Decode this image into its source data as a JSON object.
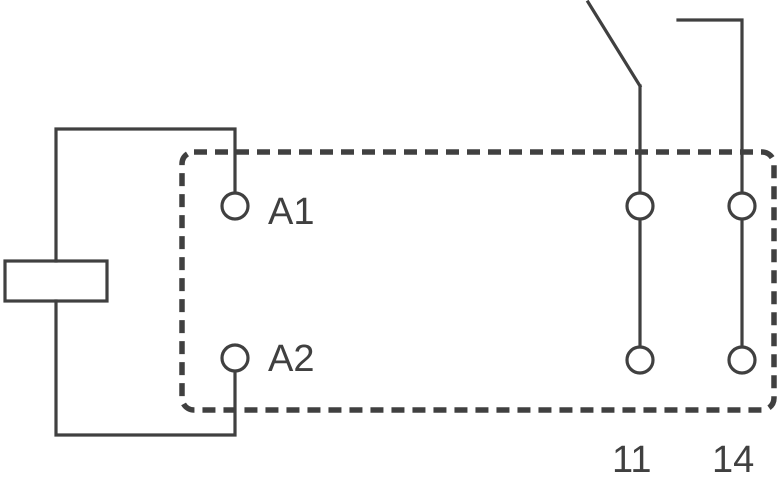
{
  "terminals": {
    "a1": "A1",
    "a2": "A2",
    "t11": "11",
    "t14": "14"
  },
  "colors": {
    "line": "#404040",
    "background": "#ffffff"
  }
}
